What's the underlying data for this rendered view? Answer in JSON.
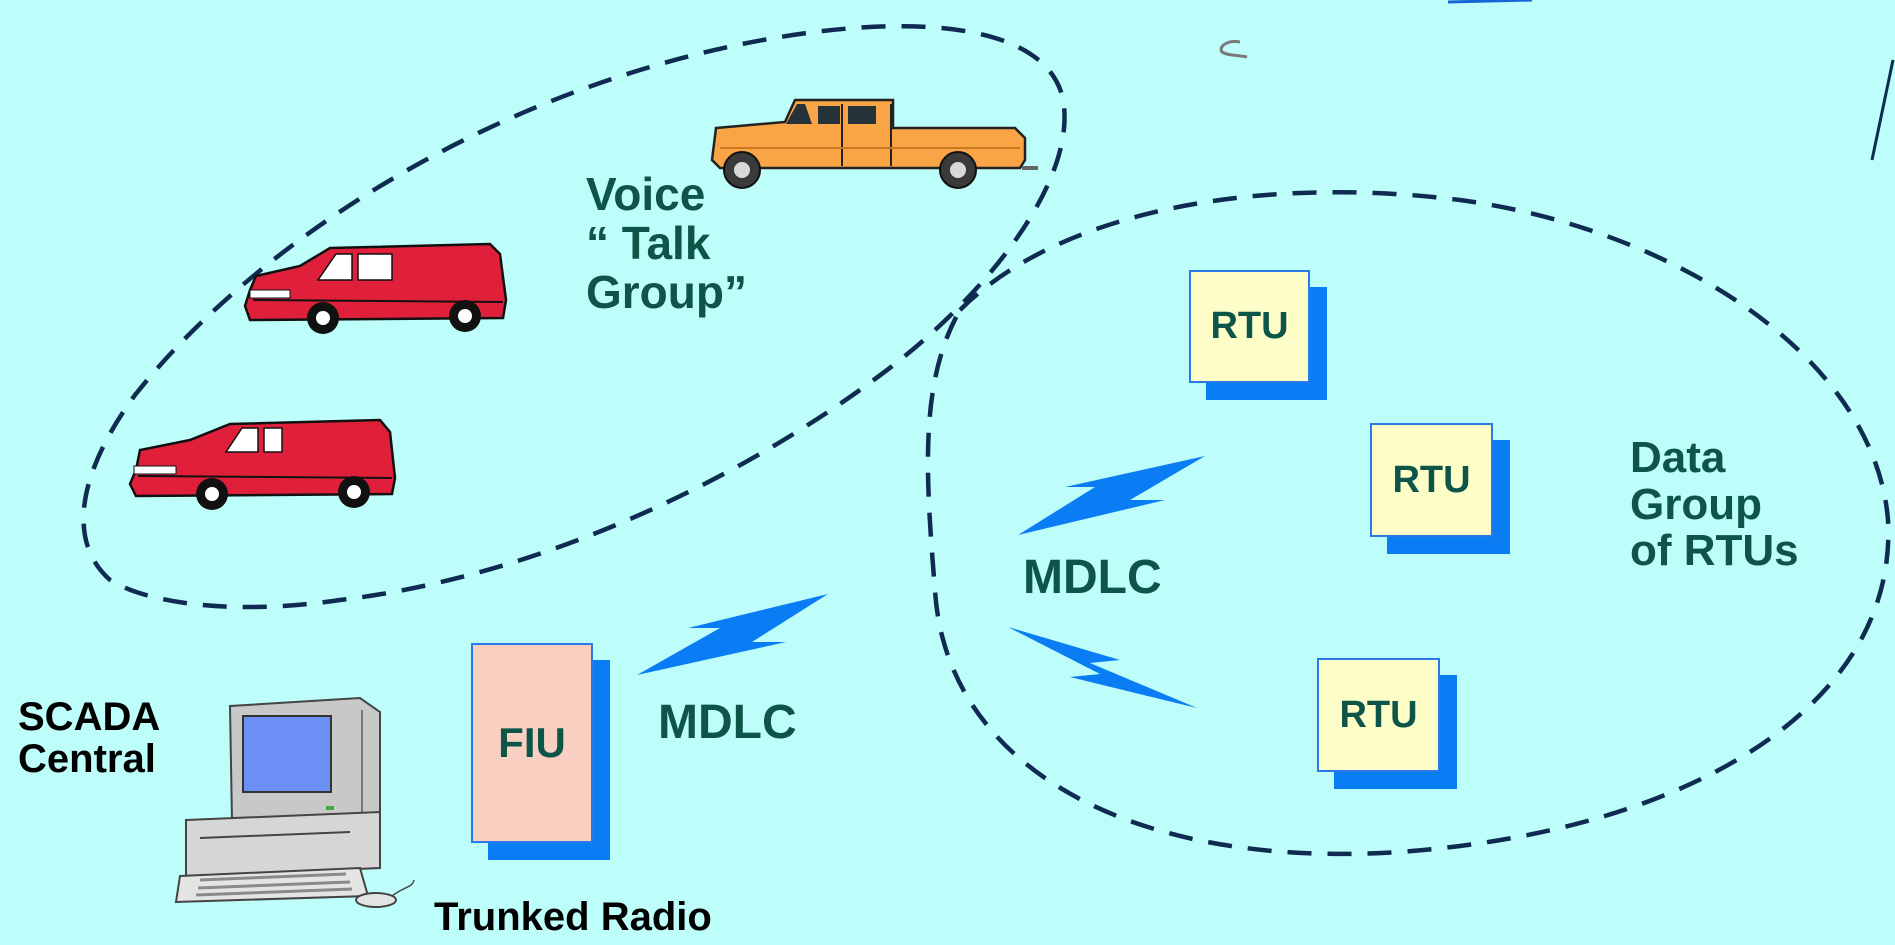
{
  "colors": {
    "background": "#bdfdfa",
    "label_teal": "#0d5548",
    "label_black": "#000000",
    "dash_line": "#0f2b52",
    "lightning": "#0a7df5",
    "box_shadow": "#0a7df5",
    "rtu_fill": "#fdfdc8",
    "fiu_fill": "#f8cfc0",
    "red_vehicle": "#e0203a",
    "orange_truck": "#f9a546"
  },
  "labels": {
    "voice_group": [
      "Voice",
      "“ Talk",
      "Group”"
    ],
    "data_group": [
      "Data",
      "Group",
      "of RTUs"
    ],
    "mdlc_right": "MDLC",
    "mdlc_left": "MDLC",
    "scada": [
      "SCADA",
      "Central"
    ],
    "trunked_radio": "Trunked Radio"
  },
  "boxes": {
    "rtu_1": "RTU",
    "rtu_2": "RTU",
    "rtu_3": "RTU",
    "fiu": "FIU"
  },
  "icons": {
    "vehicles": [
      "red-van-icon",
      "red-minivan-icon",
      "orange-pickup-truck-icon"
    ],
    "computer": "desktop-computer-icon",
    "radio_links": [
      "lightning-bolt-icon",
      "lightning-bolt-icon",
      "lightning-bolt-icon"
    ]
  }
}
